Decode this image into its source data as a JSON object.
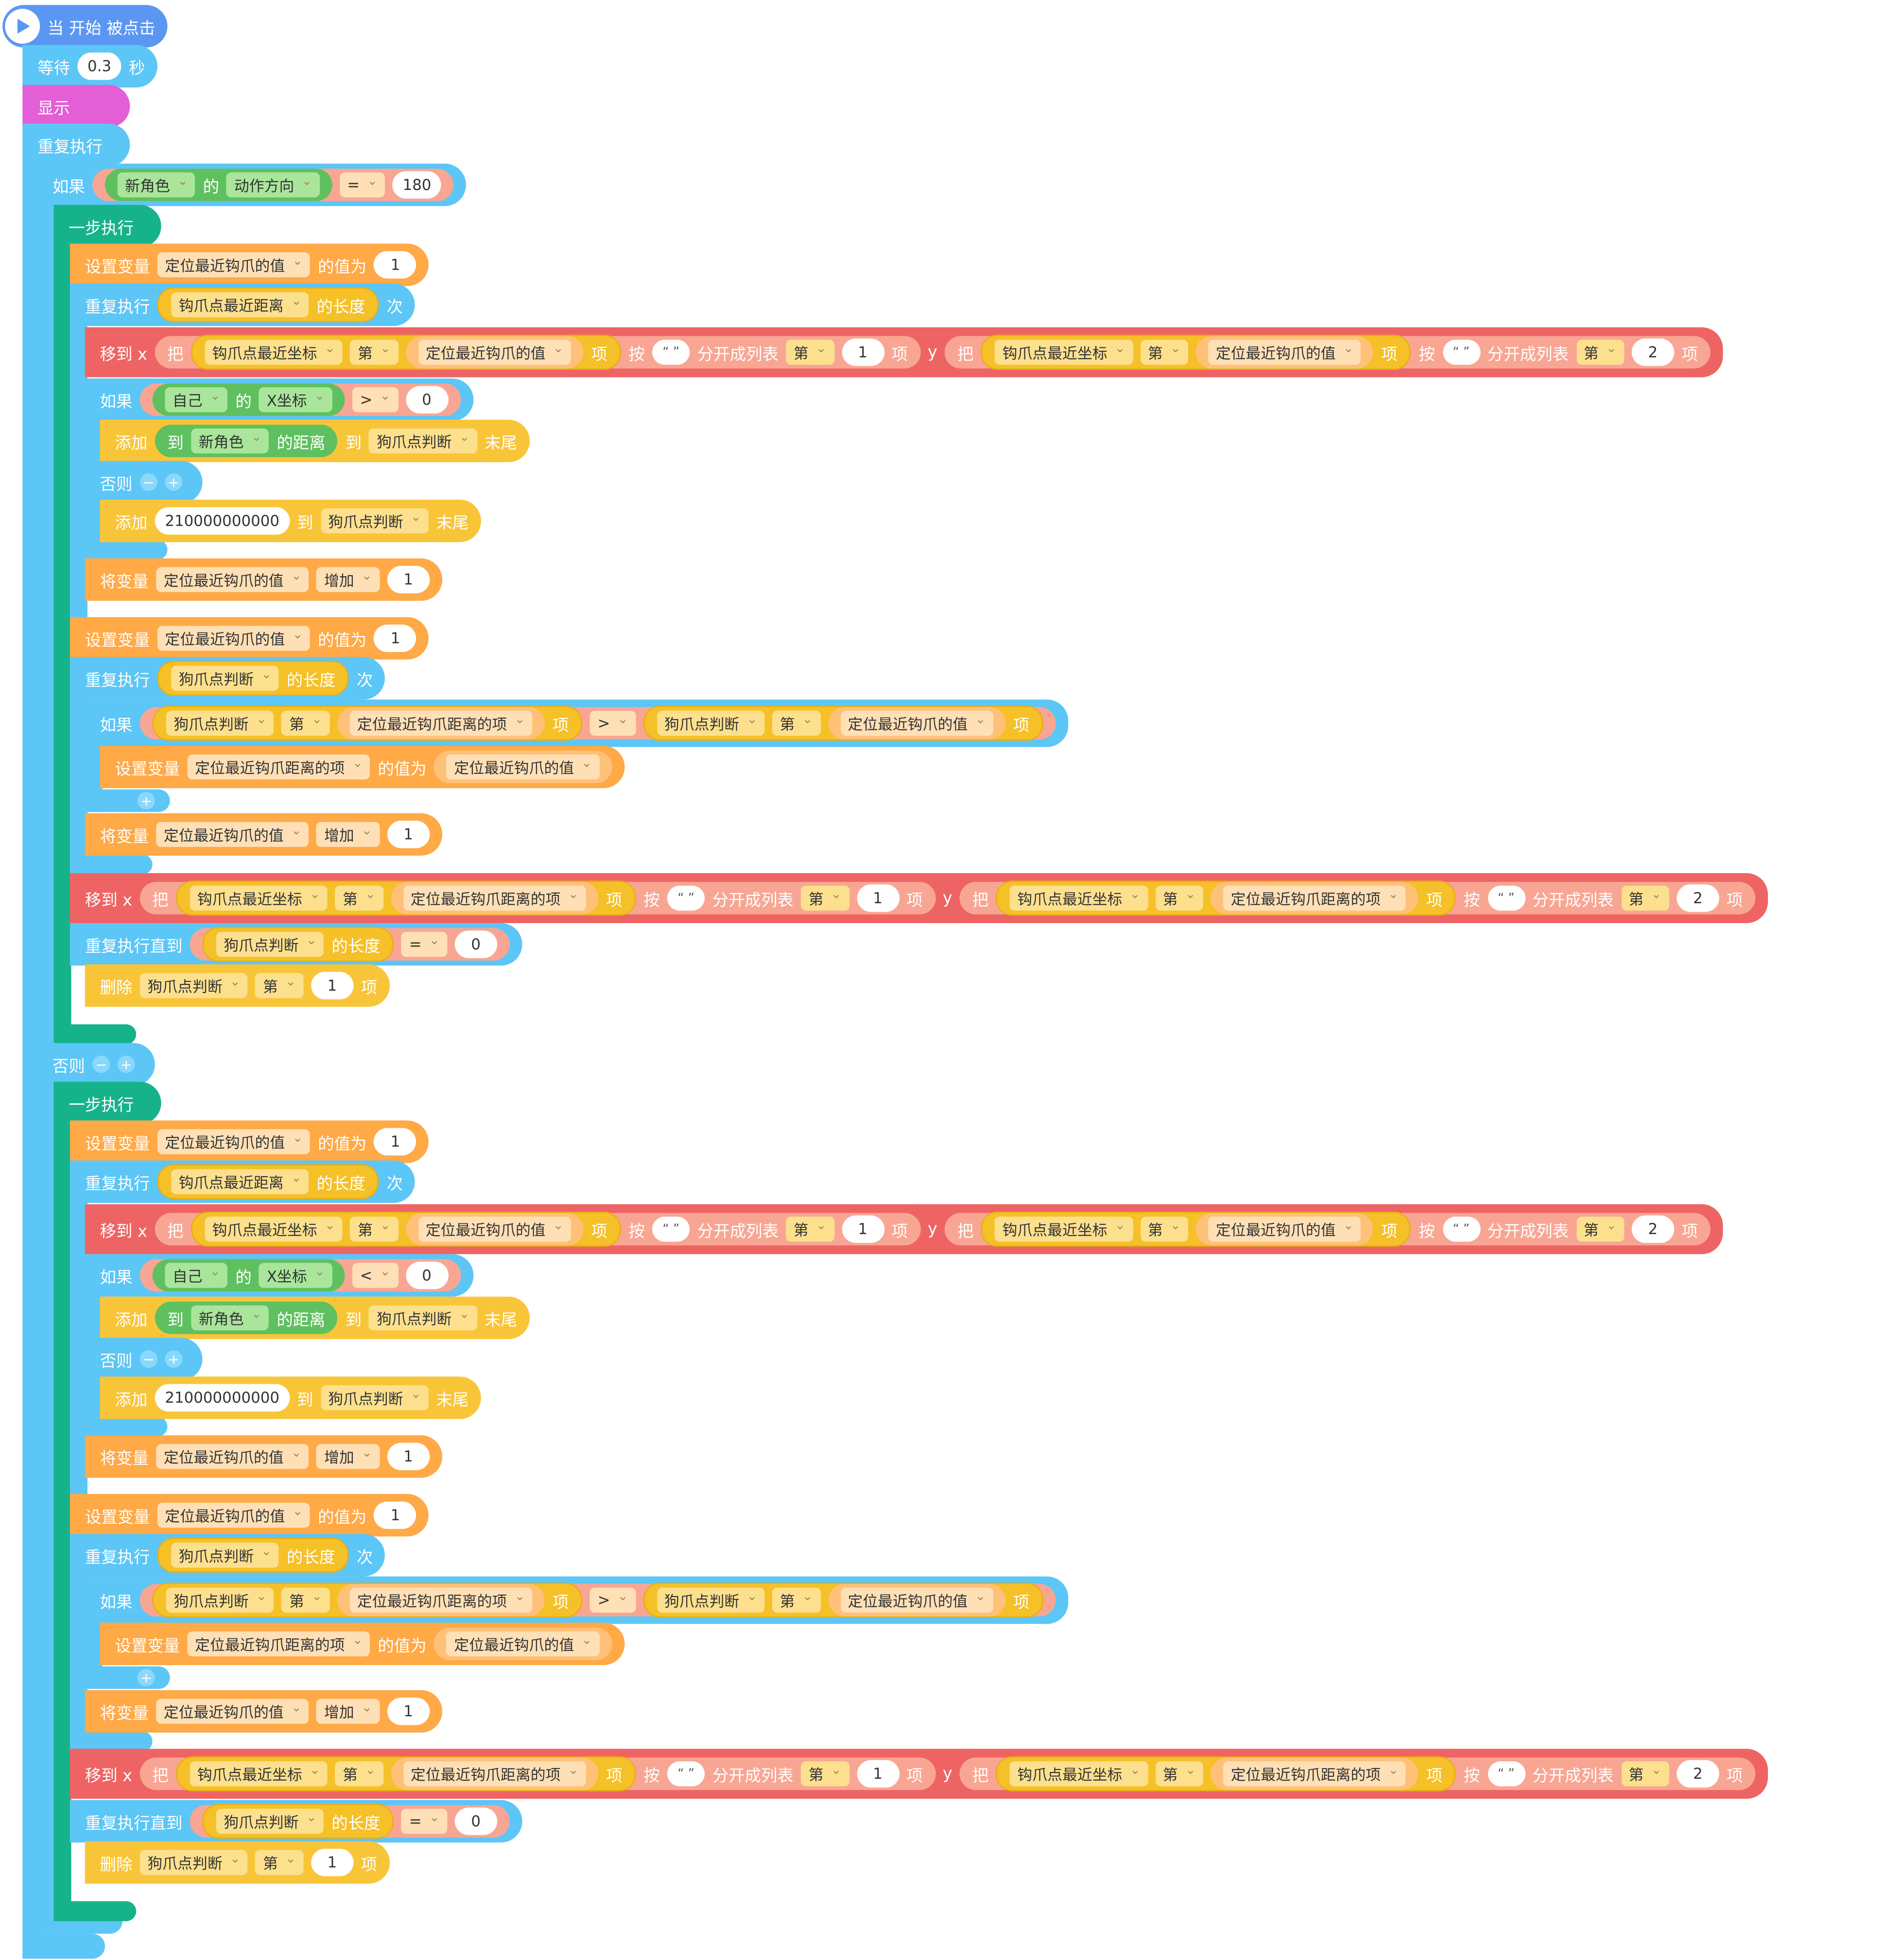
{
  "hat": {
    "label": "当 开始 被点击",
    "icon": "play-icon"
  },
  "wait": {
    "label": "等待",
    "value": "0.3",
    "unit": "秒"
  },
  "show": {
    "label": "显示"
  },
  "forever": {
    "label": "重复执行"
  },
  "kw": {
    "if": "如果",
    "else": "否则",
    "step": "一步执行",
    "set": "设置变量",
    "value_as": "的值为",
    "repeat": "重复执行",
    "times": "次",
    "length": "的长度",
    "of": "的",
    "item": "项",
    "nth": "第",
    "goto": "移到 x",
    "y": "y",
    "take": "把",
    "split_by": "按",
    "split": "分开成列表",
    "add": "添加",
    "to": "到",
    "end": "末尾",
    "distance": "的距离",
    "change": "将变量",
    "increase": "增加",
    "until": "重复执行直到",
    "delete": "删除",
    "quote": "“ ”",
    "plus": "+",
    "minus": "−"
  },
  "vars": {
    "new_role": "新角色",
    "direction": "动作方向",
    "self": "自己",
    "xcoord": "X坐标",
    "loc_val": "定位最近钩爪的值",
    "near_dist": "钩爪点最近距离",
    "near_coord": "钩爪点最近坐标",
    "judge": "狗爪点判断",
    "loc_item": "定位最近钩爪距离的项"
  },
  "ops": {
    "eq": "=",
    "gt": ">",
    "lt": "<"
  },
  "nums": {
    "n180": "180",
    "n1": "1",
    "n2": "2",
    "n0": "0",
    "big": "210000000000"
  }
}
